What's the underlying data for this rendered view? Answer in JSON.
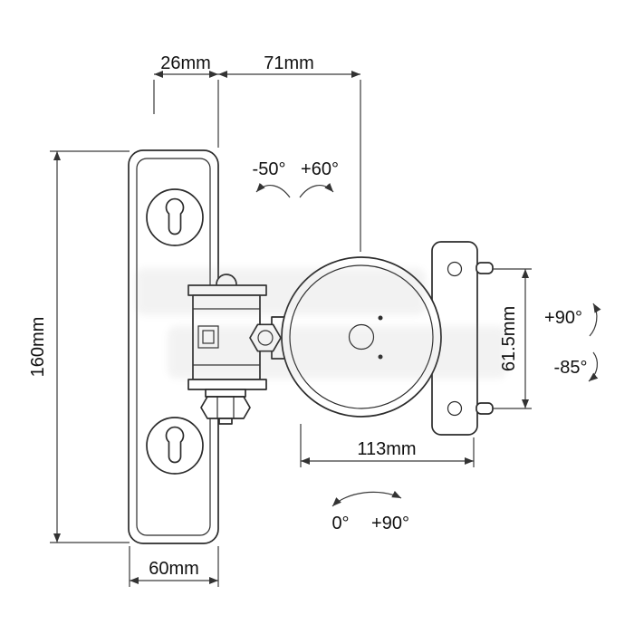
{
  "labels": {
    "dim_top_inner": "26mm",
    "dim_top_outer": "71mm",
    "dim_plate_height": "160mm",
    "dim_plate_width": "60mm",
    "dim_right_height": "61.5mm",
    "dim_bottom_span": "113mm",
    "angle_tilt_neg": "-50°",
    "angle_tilt_pos": "+60°",
    "angle_swivel_pos": "+90°",
    "angle_swivel_neg": "-85°",
    "angle_rotate_min": "0°",
    "angle_rotate_max": "+90°"
  }
}
